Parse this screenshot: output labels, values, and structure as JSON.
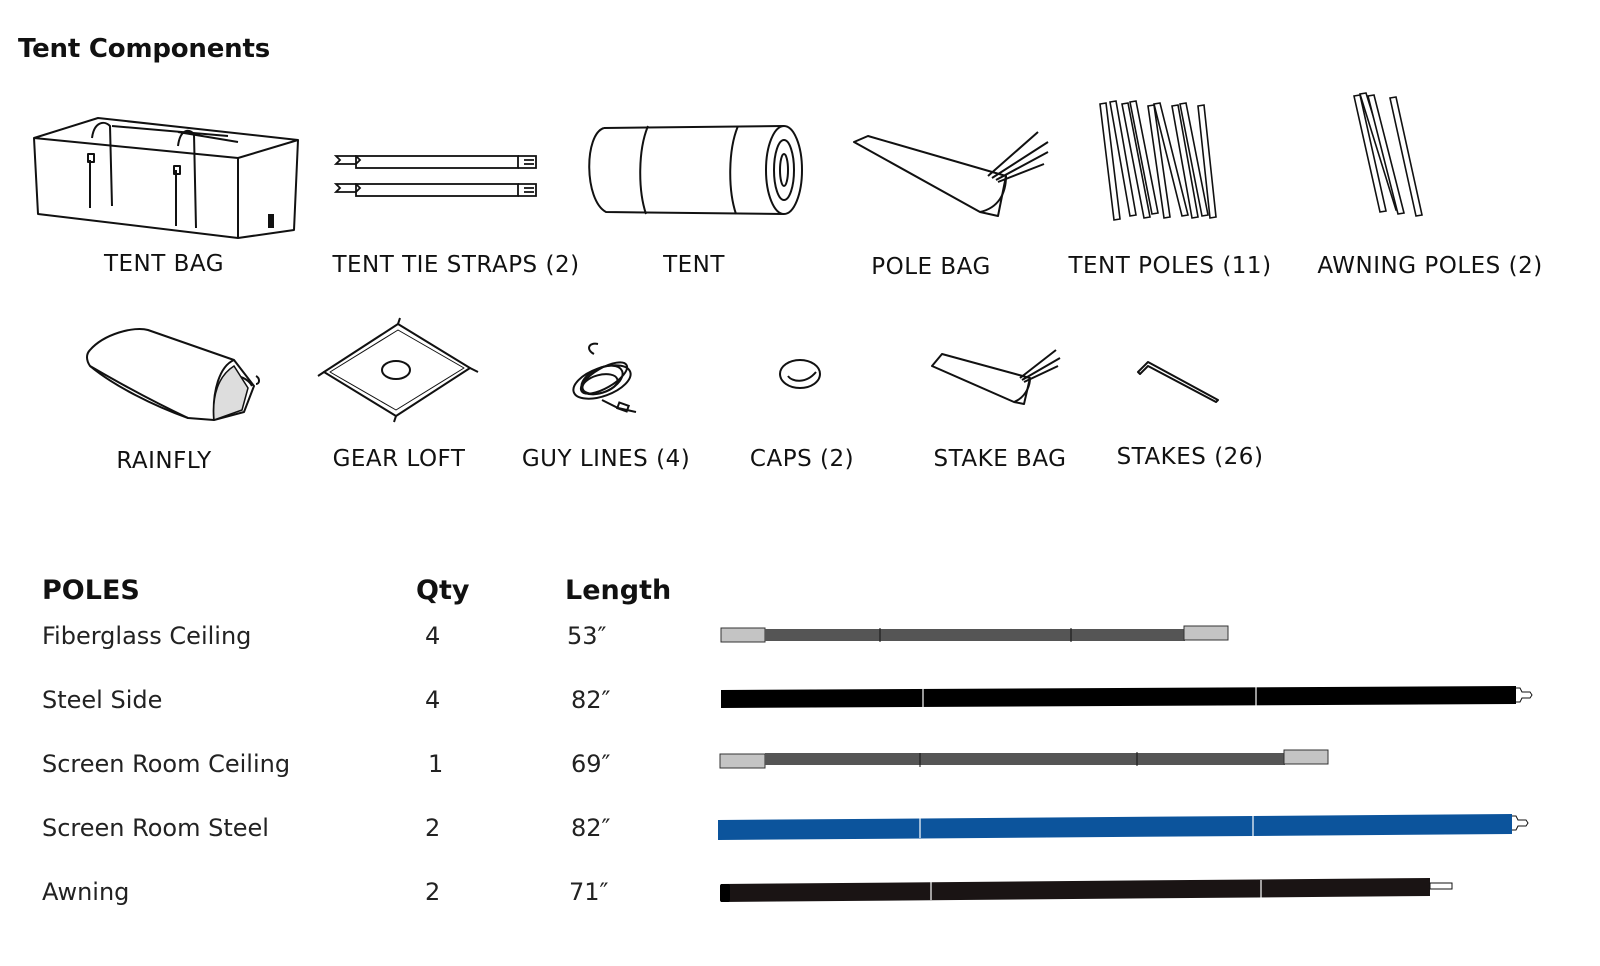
{
  "title": "Tent Components",
  "components": [
    {
      "name": "TENT BAG",
      "icon": "tent-bag-icon"
    },
    {
      "name": "TENT TIE STRAPS (2)",
      "icon": "tie-straps-icon"
    },
    {
      "name": "TENT",
      "icon": "rolled-tent-icon"
    },
    {
      "name": "POLE BAG",
      "icon": "pole-bag-icon"
    },
    {
      "name": "TENT POLES (11)",
      "icon": "tent-poles-icon"
    },
    {
      "name": "AWNING POLES (2)",
      "icon": "awning-poles-icon"
    },
    {
      "name": "RAINFLY",
      "icon": "rainfly-icon"
    },
    {
      "name": "GEAR LOFT",
      "icon": "gear-loft-icon"
    },
    {
      "name": "GUY LINES (4)",
      "icon": "guy-lines-icon"
    },
    {
      "name": "CAPS (2)",
      "icon": "cap-icon"
    },
    {
      "name": "STAKE BAG",
      "icon": "stake-bag-icon"
    },
    {
      "name": "STAKES (26)",
      "icon": "stake-icon"
    }
  ],
  "poles_table": {
    "headers": {
      "name": "POLES",
      "qty": "Qty",
      "length": "Length"
    },
    "rows": [
      {
        "name": "Fiberglass Ceiling",
        "qty": "4",
        "length": "53″",
        "color": "#555555",
        "style": "fiberglass"
      },
      {
        "name": "Steel Side",
        "qty": "4",
        "length": "82″",
        "color": "#000000",
        "style": "steel"
      },
      {
        "name": "Screen Room Ceiling",
        "qty": "1",
        "length": "69″",
        "color": "#555555",
        "style": "fiberglass"
      },
      {
        "name": "Screen Room Steel",
        "qty": "2",
        "length": "82″",
        "color": "#0c549c",
        "style": "steel"
      },
      {
        "name": "Awning",
        "qty": "2",
        "length": "71″",
        "color": "#1a1414",
        "style": "awning"
      }
    ]
  }
}
